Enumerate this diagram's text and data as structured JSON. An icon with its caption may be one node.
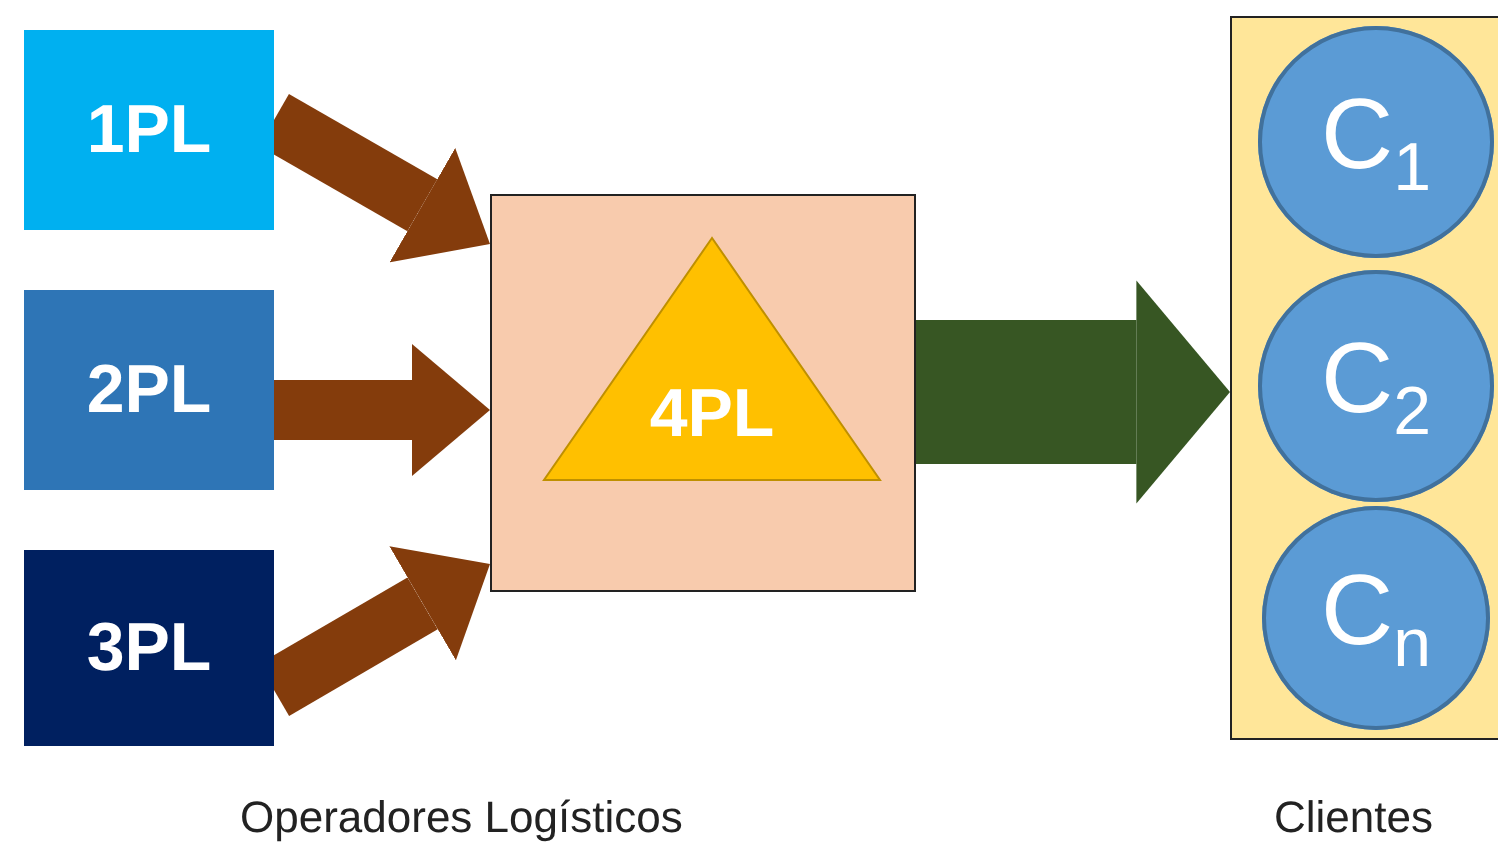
{
  "diagram": {
    "nodes": [
      {
        "text": [
          "1PL"
        ]
      },
      {
        "text": [
          "2PL"
        ]
      },
      {
        "text": [
          "3PL"
        ]
      },
      {
        "text": [],
        "shape": "box"
      },
      {
        "text": [
          "4PL"
        ],
        "in": 3
      },
      {
        "text": [],
        "shape": "box",
        "beside": [
          "Clientes"
        ]
      },
      {
        "text": [
          "C$_{1}$"
        ],
        "in": 5
      },
      {
        "text": [
          "C$_{2}$"
        ],
        "in": 5
      },
      {
        "text": [
          "C$_{n}$"
        ],
        "in": 5
      }
    ],
    "edges": [
      {
        "from": 0,
        "to": 3,
        "arrow": "to"
      },
      {
        "from": 1,
        "to": 3,
        "arrow": "to"
      },
      {
        "from": 2,
        "to": 3,
        "arrow": "to"
      },
      {
        "from": 3,
        "to": 5,
        "arrow": "to",
        "style": "thick",
        "color": "#375623"
      }
    ],
    "labels": [
      "Operadores Logísticos"
    ]
  }
}
